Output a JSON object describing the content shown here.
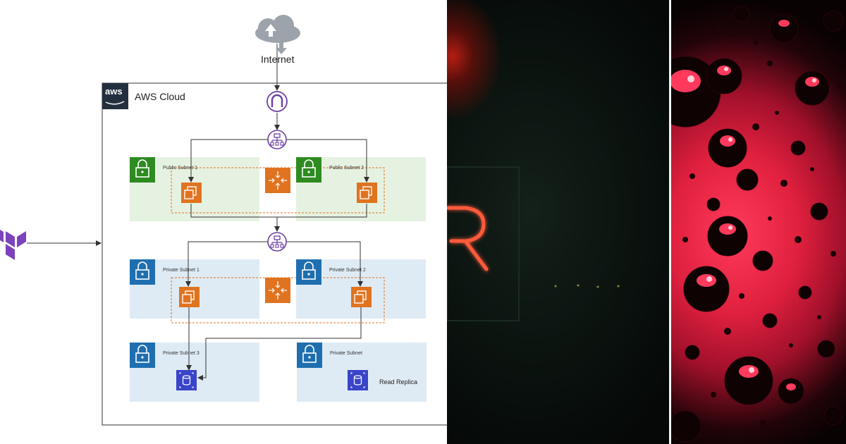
{
  "diagram": {
    "internet_label": "Internet",
    "cloud_label": "AWS Cloud",
    "aws_logo_text": "aws",
    "public_subnet_1": "Public Subnet 1",
    "public_subnet_2": "Public Subnet 2",
    "private_subnet_1": "Private Subnet 1",
    "private_subnet_2": "Private Subnet 2",
    "private_subnet_3": "Private Subnet 3",
    "private_subnet": "Private Subnet",
    "read_replica_label": "Read Replica"
  },
  "colors": {
    "public_subnet_bg": "#e6f2e1",
    "private_subnet_bg": "#deebf5",
    "public_lock": "#2e8b21",
    "private_lock": "#1f6fb0",
    "ec2_orange": "#e0731f",
    "rds_blue": "#3a44c8",
    "network_purple": "#6b3fa0",
    "terraform_purple": "#7b42bc",
    "dashed_group": "#e0731f"
  },
  "photos": [
    {
      "name": "neon-sign-photo"
    },
    {
      "name": "water-drops-photo"
    }
  ]
}
